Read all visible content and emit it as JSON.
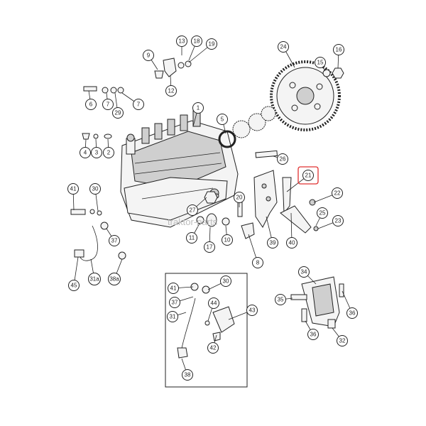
{
  "diagram": {
    "highlight_color": "#e03030",
    "ink_color": "#222222",
    "watermark": "traktor-parts",
    "callouts": [
      {
        "id": "c9",
        "label": "9"
      },
      {
        "id": "c13",
        "label": "13"
      },
      {
        "id": "c18",
        "label": "18"
      },
      {
        "id": "c19",
        "label": "19"
      },
      {
        "id": "c12",
        "label": "12"
      },
      {
        "id": "c24",
        "label": "24"
      },
      {
        "id": "c15",
        "label": "15"
      },
      {
        "id": "c16",
        "label": "16"
      },
      {
        "id": "c6",
        "label": "6"
      },
      {
        "id": "c7a",
        "label": "7"
      },
      {
        "id": "c29",
        "label": "29"
      },
      {
        "id": "c7b",
        "label": "7"
      },
      {
        "id": "c1",
        "label": "1"
      },
      {
        "id": "c5",
        "label": "5"
      },
      {
        "id": "c4",
        "label": "4"
      },
      {
        "id": "c3",
        "label": "3"
      },
      {
        "id": "c2",
        "label": "2"
      },
      {
        "id": "c26",
        "label": "26"
      },
      {
        "id": "c21",
        "label": "21"
      },
      {
        "id": "c41a",
        "label": "41"
      },
      {
        "id": "c30a",
        "label": "30"
      },
      {
        "id": "c22",
        "label": "22"
      },
      {
        "id": "c20",
        "label": "20"
      },
      {
        "id": "c27",
        "label": "27"
      },
      {
        "id": "c25",
        "label": "25"
      },
      {
        "id": "c23",
        "label": "23"
      },
      {
        "id": "c11",
        "label": "11"
      },
      {
        "id": "c17",
        "label": "17"
      },
      {
        "id": "c10",
        "label": "10"
      },
      {
        "id": "c39",
        "label": "39"
      },
      {
        "id": "c40",
        "label": "40"
      },
      {
        "id": "c37a",
        "label": "37"
      },
      {
        "id": "c8",
        "label": "8"
      },
      {
        "id": "c45",
        "label": "45"
      },
      {
        "id": "c31a",
        "label": "31a"
      },
      {
        "id": "c38a",
        "label": "38a"
      },
      {
        "id": "c34",
        "label": "34"
      },
      {
        "id": "c41b",
        "label": "41"
      },
      {
        "id": "c30b",
        "label": "30"
      },
      {
        "id": "c37b",
        "label": "37"
      },
      {
        "id": "c44",
        "label": "44"
      },
      {
        "id": "c43",
        "label": "43"
      },
      {
        "id": "c35",
        "label": "35"
      },
      {
        "id": "c36a",
        "label": "36"
      },
      {
        "id": "c31b",
        "label": "31"
      },
      {
        "id": "c36b",
        "label": "36"
      },
      {
        "id": "c42",
        "label": "42"
      },
      {
        "id": "c32",
        "label": "32"
      },
      {
        "id": "c38b",
        "label": "38"
      }
    ]
  }
}
